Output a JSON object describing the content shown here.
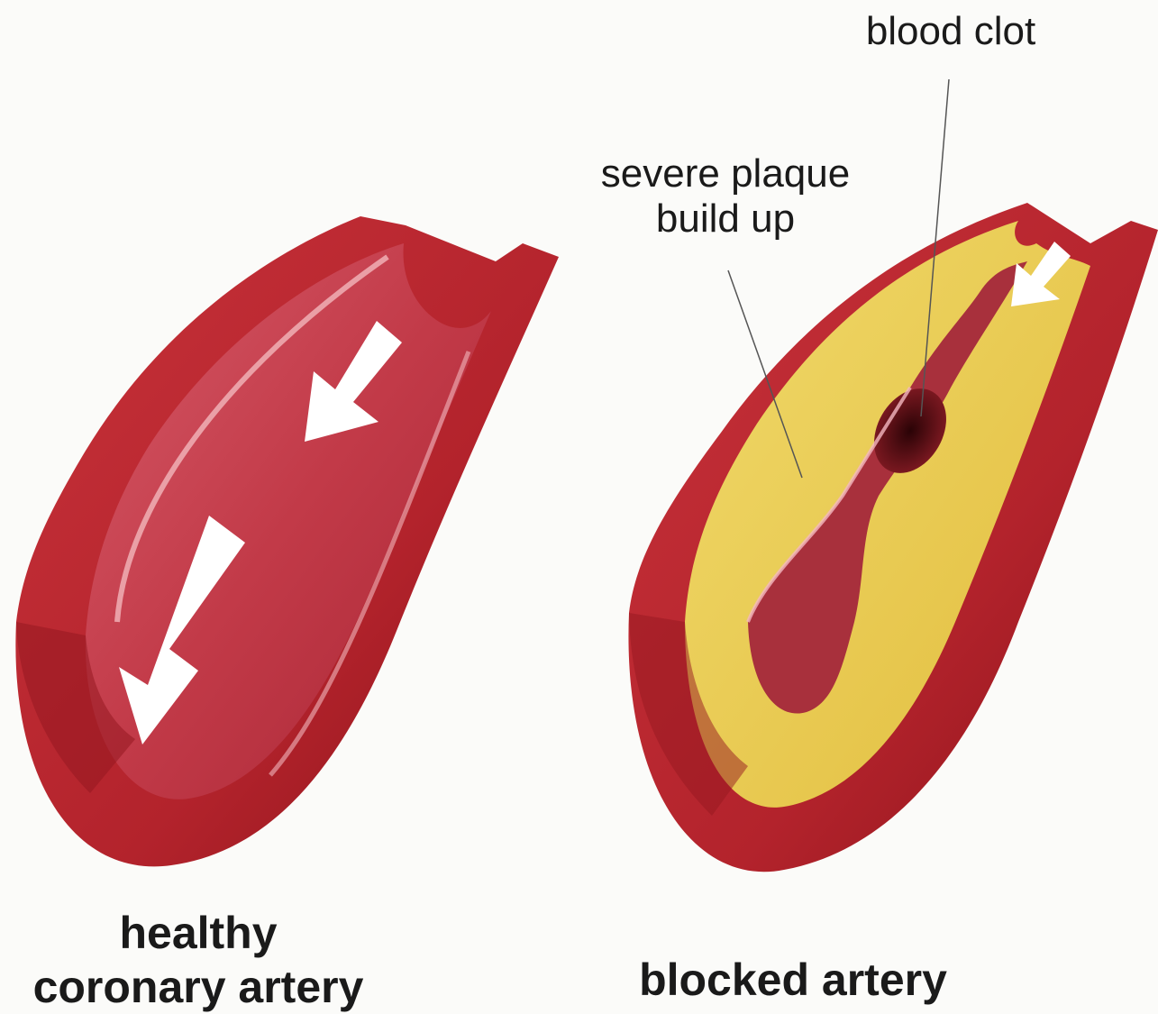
{
  "colors": {
    "background": "#fbfbf9",
    "artery_wall": "#b3232c",
    "artery_wall_dark": "#8a1218",
    "artery_inner": "#c8404c",
    "plaque": "#e8c84c",
    "clot": "#4a0a0e",
    "arrow": "#ffffff"
  },
  "labels": {
    "blood_clot": "blood clot",
    "severe_plaque_line1": "severe plaque",
    "severe_plaque_line2": "build up",
    "healthy_line1": "healthy",
    "healthy_line2": "coronary artery",
    "blocked": "blocked artery"
  },
  "icons": {
    "flow_arrow": "arrow-down-left-icon"
  }
}
